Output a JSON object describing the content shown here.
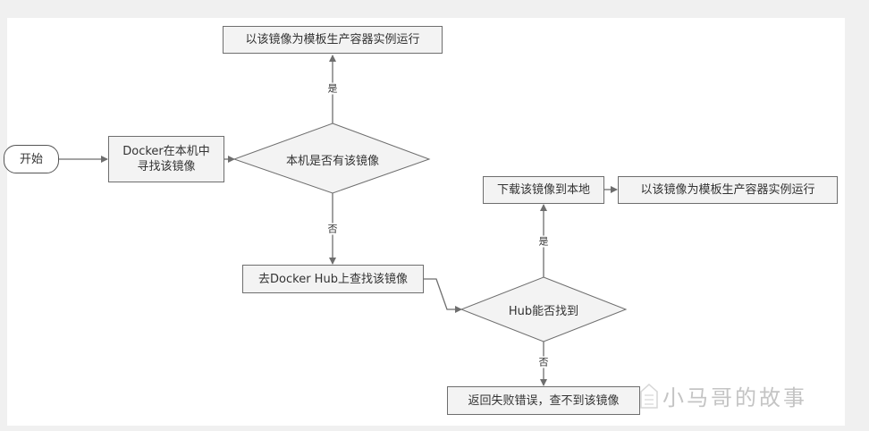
{
  "nodes": {
    "start": "开始",
    "search_local": "Docker在本机中\n寻找该镜像",
    "has_image": "本机是否有该镜像",
    "run_local": "以该镜像为模板生产容器实例运行",
    "search_hub": "去Docker Hub上查找该镜像",
    "hub_found": "Hub能否找到",
    "download": "下载该镜像到本地",
    "run_remote": "以该镜像为模板生产容器实例运行",
    "error": "返回失败错误，查不到该镜像"
  },
  "edge_labels": {
    "local_yes": "是",
    "local_no": "否",
    "hub_yes": "是",
    "hub_no": "否"
  },
  "watermark": "小马哥的故事",
  "colors": {
    "line": "#6e6e6e",
    "node_fill": "#f3f3f3",
    "node_border": "#6e6e6e",
    "text": "#333333"
  }
}
